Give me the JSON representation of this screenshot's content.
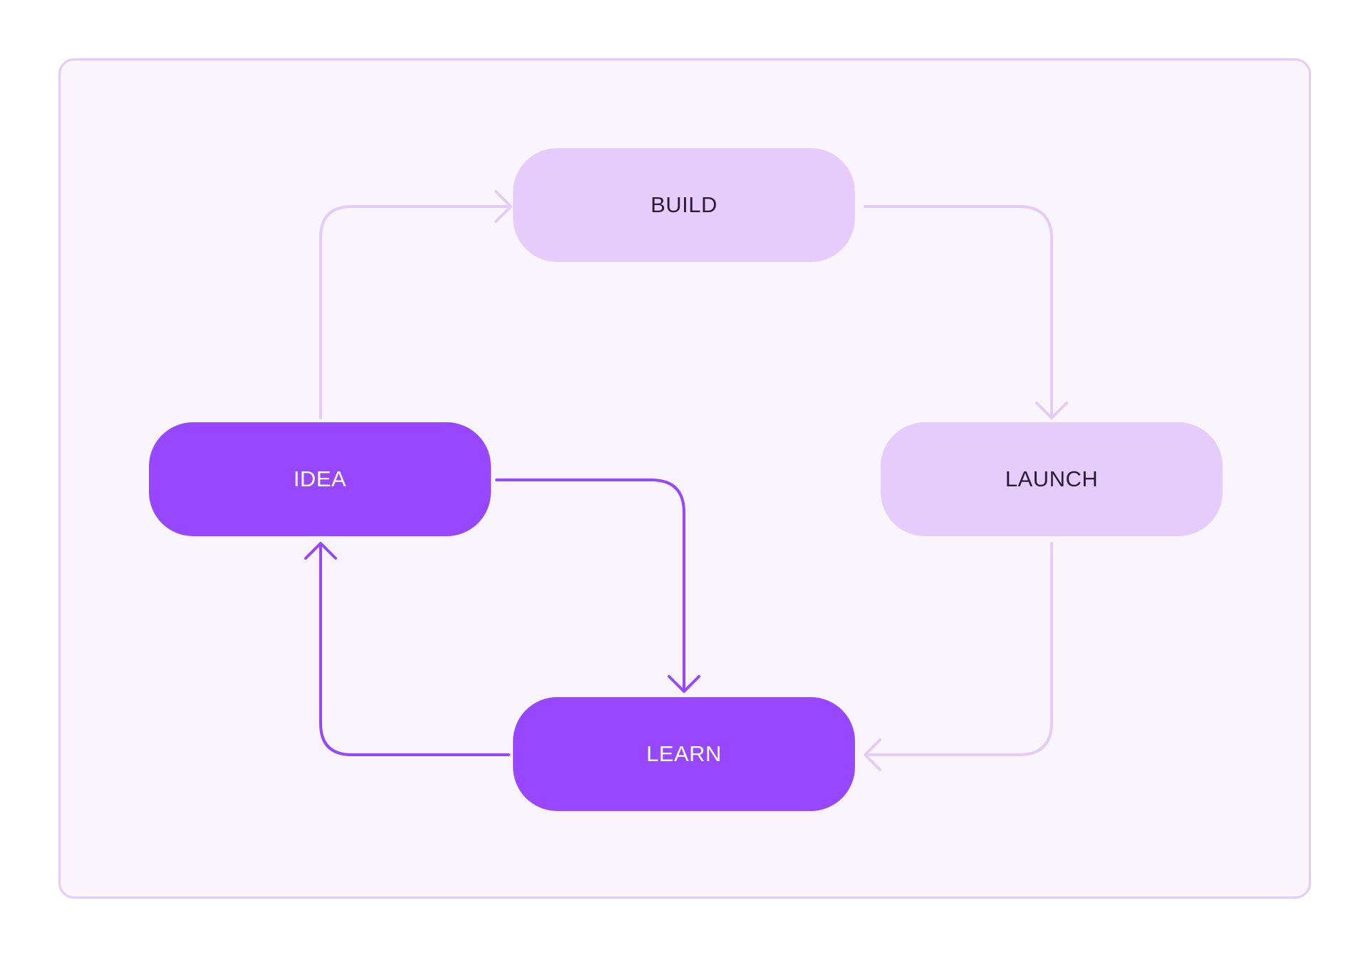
{
  "diagram": {
    "nodes": {
      "build": {
        "label": "BUILD",
        "variant": "light"
      },
      "launch": {
        "label": "LAUNCH",
        "variant": "light"
      },
      "idea": {
        "label": "IDEA",
        "variant": "dark"
      },
      "learn": {
        "label": "LEARN",
        "variant": "dark"
      }
    },
    "edges": [
      {
        "from": "IDEA",
        "to": "BUILD",
        "variant": "light"
      },
      {
        "from": "BUILD",
        "to": "LAUNCH",
        "variant": "light"
      },
      {
        "from": "LAUNCH",
        "to": "LEARN",
        "variant": "light"
      },
      {
        "from": "LEARN",
        "to": "IDEA",
        "variant": "dark"
      },
      {
        "from": "IDEA",
        "to": "LEARN",
        "variant": "dark"
      }
    ],
    "colors": {
      "frame_border": "#e4cbfa",
      "frame_background": "#faf5fd",
      "light_node": "#e6ccfd",
      "dark_node": "#9747ff",
      "light_connector": "#e4cbfa",
      "dark_connector": "#9747ff",
      "light_text": "#2a1d33",
      "dark_text": "#ffffff"
    }
  }
}
